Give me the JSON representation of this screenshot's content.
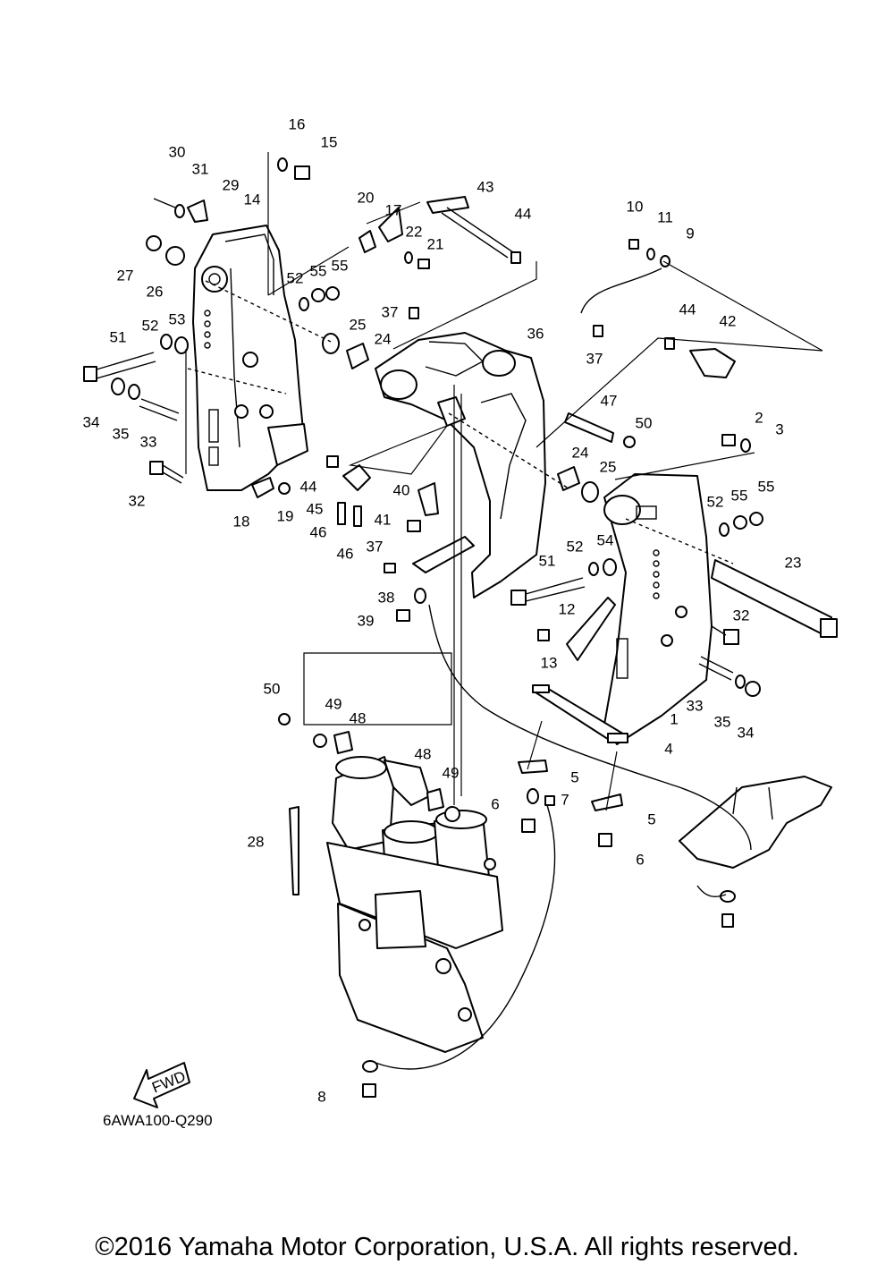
{
  "diagram": {
    "code": "6AWA100-Q290",
    "fwd_label": "FWD",
    "copyright": "©2016 Yamaha Motor Corporation, U.S.A. All rights reserved.",
    "callouts": [
      {
        "label": "16"
      },
      {
        "label": "15"
      },
      {
        "label": "30"
      },
      {
        "label": "31"
      },
      {
        "label": "29"
      },
      {
        "label": "14"
      },
      {
        "label": "27"
      },
      {
        "label": "26"
      },
      {
        "label": "20"
      },
      {
        "label": "17"
      },
      {
        "label": "22"
      },
      {
        "label": "21"
      },
      {
        "label": "43"
      },
      {
        "label": "44"
      },
      {
        "label": "10"
      },
      {
        "label": "11"
      },
      {
        "label": "9"
      },
      {
        "label": "52"
      },
      {
        "label": "55"
      },
      {
        "label": "55"
      },
      {
        "label": "37"
      },
      {
        "label": "25"
      },
      {
        "label": "24"
      },
      {
        "label": "36"
      },
      {
        "label": "44"
      },
      {
        "label": "42"
      },
      {
        "label": "37"
      },
      {
        "label": "51"
      },
      {
        "label": "52"
      },
      {
        "label": "53"
      },
      {
        "label": "34"
      },
      {
        "label": "35"
      },
      {
        "label": "33"
      },
      {
        "label": "47"
      },
      {
        "label": "50"
      },
      {
        "label": "2"
      },
      {
        "label": "3"
      },
      {
        "label": "32"
      },
      {
        "label": "18"
      },
      {
        "label": "19"
      },
      {
        "label": "44"
      },
      {
        "label": "45"
      },
      {
        "label": "46"
      },
      {
        "label": "46"
      },
      {
        "label": "40"
      },
      {
        "label": "41"
      },
      {
        "label": "24"
      },
      {
        "label": "25"
      },
      {
        "label": "52"
      },
      {
        "label": "55"
      },
      {
        "label": "55"
      },
      {
        "label": "37"
      },
      {
        "label": "52"
      },
      {
        "label": "54"
      },
      {
        "label": "51"
      },
      {
        "label": "23"
      },
      {
        "label": "38"
      },
      {
        "label": "39"
      },
      {
        "label": "12"
      },
      {
        "label": "32"
      },
      {
        "label": "13"
      },
      {
        "label": "50"
      },
      {
        "label": "49"
      },
      {
        "label": "48"
      },
      {
        "label": "1"
      },
      {
        "label": "33"
      },
      {
        "label": "35"
      },
      {
        "label": "34"
      },
      {
        "label": "4"
      },
      {
        "label": "5"
      },
      {
        "label": "48"
      },
      {
        "label": "49"
      },
      {
        "label": "6"
      },
      {
        "label": "7"
      },
      {
        "label": "5"
      },
      {
        "label": "28"
      },
      {
        "label": "6"
      },
      {
        "label": "8"
      }
    ]
  }
}
